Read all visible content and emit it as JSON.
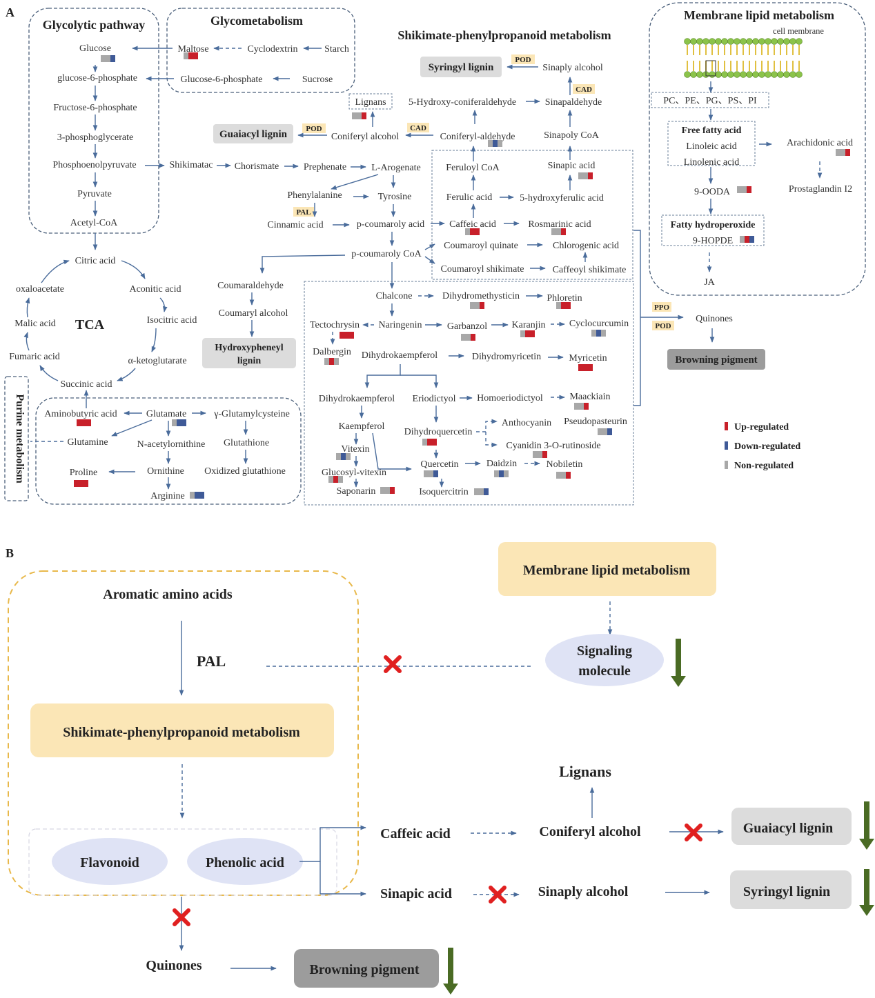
{
  "panel_a": {
    "label": "A",
    "glycolytic": {
      "title": "Glycolytic pathway",
      "items": [
        "Glucose",
        "glucose-6-phosphate",
        "Fructose-6-phosphate",
        "3-phosphoglycerate",
        "Phosphoenolpyruvate",
        "Pyruvate",
        "Acetyl-CoA"
      ]
    },
    "glycometabolism": {
      "title": "Glycometabolism",
      "maltose": "Maltose",
      "cyclodextrin": "Cyclodextrin",
      "starch": "Starch",
      "g6p": "Glucose-6-phosphate",
      "sucrose": "Sucrose"
    },
    "tca": {
      "title": "TCA",
      "items": [
        "Citric acid",
        "Aconitic acid",
        "Isocitric acid",
        "α-ketoglutarate",
        "Succinic acid",
        "Fumaric acid",
        "Malic acid",
        "oxaloacetate"
      ]
    },
    "purine": "Purine metabolism",
    "amino": {
      "aminobutyric": "Aminobutyric acid",
      "glutamate": "Glutamate",
      "glutamylcysteine": "γ-Glutamylcysteine",
      "glutamine": "Glutamine",
      "acetylornithine": "N-acetylornithine",
      "glutathione": "Glutathione",
      "proline": "Proline",
      "ornithine": "Ornithine",
      "oxidized": "Oxidized glutathione",
      "arginine": "Arginine"
    },
    "shikimate": {
      "title": "Shikimate-phenylpropanoid metabolism",
      "syringyl": "Syringyl lignin",
      "pod": "POD",
      "sinaply": "Sinaply alcohol",
      "cad": "CAD",
      "lignans": "Lignans",
      "hydroxyconif": "5-Hydroxy-coniferaldehyde",
      "sinapaldehyde": "Sinapaldehyde",
      "guaiacyl": "Guaiacyl lignin",
      "coniferyl": "Coniferyl alcohol",
      "conifaldehyde": "Coniferyl-aldehyde",
      "sinapolycoa": "Sinapoly CoA",
      "shikimatac": "Shikimatac",
      "chorismate": "Chorismate",
      "prephenate": "Prephenate",
      "arogenate": "L-Arogenate",
      "phenylalanine": "Phenylalanine",
      "tyrosine": "Tyrosine",
      "pal": "PAL",
      "cinnamic": "Cinnamic acid",
      "pcoumaric": "p-coumaroly acid",
      "pcoumaroylcoa": "p-coumaroly CoA",
      "coumaraldehyde": "Coumaraldehyde",
      "coumaryl": "Coumaryl alcohol",
      "hydroxyphenyl": "Hydroxypheneyl lignin",
      "feruloylcoa": "Feruloyl CoA",
      "sinapic": "Sinapic acid",
      "ferulic": "Ferulic acid",
      "hydroxyferulic": "5-hydroxyferulic acid",
      "caffeic": "Caffeic acid",
      "rosmarinic": "Rosmarinic acid",
      "cquinate": "Coumaroyl quinate",
      "chlorogenic": "Chlorogenic acid",
      "cshikimate": "Coumaroyl shikimate",
      "caffeoylshik": "Caffeoyl shikimate"
    },
    "flavonoid": {
      "chalcone": "Chalcone",
      "dihydromethysticin": "Dihydromethysticin",
      "phloretin": "Phloretin",
      "tectochrysin": "Tectochrysin",
      "naringenin": "Naringenin",
      "garbanzol": "Garbanzol",
      "karanjin": "Karanjin",
      "cyclocurcumin": "Cyclocurcumin",
      "dalbergin": "Dalbergin",
      "dihydrokaempferol": "Dihydrokaempferol",
      "dihydromyricetin": "Dihydromyricetin",
      "myricetin": "Myricetin",
      "dihydrokaempferol2": "Dihydrokaempferol",
      "eriodictyol": "Eriodictyol",
      "homoeriodictyol": "Homoeriodictyol",
      "maackiain": "Maackiain",
      "kaempferol": "Kaempferol",
      "dihydroquercetin": "Dihydroquercetin",
      "anthocyanin": "Anthocyanin",
      "pseudopasteurin": "Pseudopasteurin",
      "vitexin": "Vitexin",
      "cyanidin": "Cyanidin 3-O-rutinoside",
      "glucosylvitexin": "Glucosyl-vitexin",
      "quercetin": "Quercetin",
      "daidzin": "Daidzin",
      "nobiletin": "Nobiletin",
      "saponarin": "Saponarin",
      "isoquercitrin": "Isoquercitrin"
    },
    "membrane": {
      "title": "Membrane lipid metabolism",
      "cell_membrane": "cell membrane",
      "lipids": "PC、PE、PG、PS、PI",
      "ffa": "Free fatty acid",
      "linoleic": "Linoleic acid",
      "linolenic": "Linolenic acid",
      "arachidonic": "Arachidonic acid",
      "ooda": "9-OODA",
      "prostaglandin": "Prostaglandin I2",
      "fhp": "Fatty hydroperoxide",
      "hopde": "9-HOPDE",
      "ja": "JA"
    },
    "ppo": "PPO",
    "pod2": "POD",
    "quinones": "Quinones",
    "browning": "Browning pigment",
    "legend": [
      "Up-regulated",
      "Down-regulated",
      "Non-regulated"
    ]
  },
  "panel_b": {
    "label": "B",
    "membrane": "Membrane lipid metabolism",
    "aromatic": "Aromatic amino acids",
    "pal": "PAL",
    "signaling_line1": "Signaling",
    "signaling_line2": "molecule",
    "shikimate": "Shikimate-phenylpropanoid metabolism",
    "lignans": "Lignans",
    "flavonoid": "Flavonoid",
    "phenolic": "Phenolic acid",
    "caffeic": "Caffeic acid",
    "coniferyl": "Coniferyl alcohol",
    "guaiacyl": "Guaiacyl lignin",
    "sinapic": "Sinapic acid",
    "sinaply": "Sinaply alcohol",
    "syringyl": "Syringyl lignin",
    "quinones": "Quinones",
    "browning": "Browning pigment"
  },
  "colors": {
    "up": "#c8202a",
    "down": "#3f5a97",
    "non": "#a8a8a8",
    "arrow": "#4a6c9b",
    "highlight_yellow": "#fbe6b6",
    "ellipse_blue": "#dfe3f5",
    "gray_box": "#dcdcdc",
    "dark_gray_box": "#9c9c9c",
    "green_arrow": "#4a6b24"
  }
}
